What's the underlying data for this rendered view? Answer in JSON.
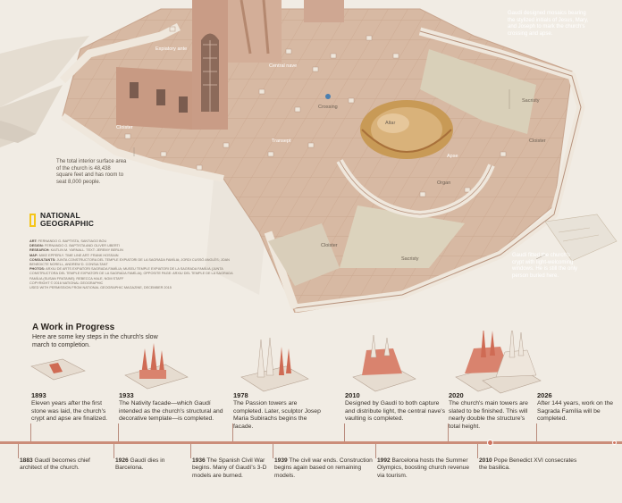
{
  "map_labels": {
    "expiatory": "Expiatory ante",
    "central_nave": "Central nave",
    "crossing": "Crossing",
    "transept": "Transept",
    "altar": "Altar",
    "apse": "Apse",
    "organ": "Organ",
    "sacristy_top": "Sacristy",
    "cloister_right": "Cloister",
    "cloister_left": "Cloister",
    "cloister_bottom": "Cloister",
    "sacristy_bottom": "Sacristy"
  },
  "notes": {
    "mosaics": "Gaudí designed mosaics bearing the stylized initials of Jesus, Mary, and Joseph to mark the church's crossing and apse.",
    "interior": "The total interior surface area of the church is 48,438 square feet and has room to seat 8,000 people.",
    "crypt": "Gaudí fitted the church's crypt with light-welcoming windows. He is still the only person buried here."
  },
  "brand": {
    "line1": "NATIONAL",
    "line2": "GEOGRAPHIC"
  },
  "credits": [
    {
      "k": "ART:",
      "v": "FERNANDO G. BAPTISTA, SANTIAGO BOU"
    },
    {
      "k": "DESIGN:",
      "v": "FERNANDO G. BAPTISTA AND OLIVER UBERTI"
    },
    {
      "k": "RESEARCH:",
      "v": "KAITLIN M. YARNALL. TEXT: JEREMY BERLIN"
    },
    {
      "k": "MAP:",
      "v": "MIKE EPPERLY. TIME LINE ART: FRANK HOSSAIN"
    },
    {
      "k": "CONSULTANTS:",
      "v": "JUNTA CONSTRUCTORA DEL TEMPLE EXPIATORI DE LA SAGRADA FAMÍLIA; JORDI CUSSÓ ANGLÈS; JOAN BENEDICTE NORELL, ANDREW D. CONSULTANT"
    },
    {
      "k": "PHOTOS:",
      "v": "ARXIU DE ARTS EXPIATORI SAGRADA FAMÍLIA; MUSEU TEMPLE EXPIATORI DE LA SAGRADA FAMÍLIA (JUNTA CONSTRUCTORA DEL TEMPLE EXPIATORI DE LA SAGRADA FAMÍLIA); OPPOSITE PAGE: ARXIU DEL TEMPLE DE LA SAGRADA FAMÍLIA (SUSAN FRATAINE); REBECCA HALE, NGM STAFF"
    },
    {
      "k": "",
      "v": "COPYRIGHT © 2016 NATIONAL GEOGRAPHIC"
    },
    {
      "k": "",
      "v": "USED WITH PERMISSION FROM NATIONAL GEOGRAPHIC MAGAZINE, DECEMBER 2015"
    }
  ],
  "timeline": {
    "title": "A Work in Progress",
    "subtitle": "Here are some key steps in the church's slow march to completion.",
    "top_events": [
      {
        "year": "1893",
        "text": "Eleven years after the first stone was laid, the church's crypt and apse are finalized."
      },
      {
        "year": "1933",
        "text": "The Nativity facade—which Gaudí intended as the church's structural and decorative template—is completed."
      },
      {
        "year": "1978",
        "text": "The Passion towers are completed. Later, sculptor Josep Maria Subirachs begins the facade."
      },
      {
        "year": "2010",
        "text": "Designed by Gaudí to both capture and distribute light, the central nave's vaulting is completed."
      },
      {
        "year": "2020",
        "text": "The church's main towers are slated to be finished. This will nearly double the structure's total height."
      },
      {
        "year": "2026",
        "text": "After 144 years, work on the Sagrada Família will be completed."
      }
    ],
    "bottom_events": [
      {
        "year": "1883",
        "text": "Gaudí becomes chief architect of the church."
      },
      {
        "year": "1926",
        "text": "Gaudí dies in Barcelona."
      },
      {
        "year": "1936",
        "text": "The Spanish Civil War begins. Many of Gaudí's 3-D models are burned."
      },
      {
        "year": "1939",
        "text": "The civil war ends. Construction begins again based on remaining models."
      },
      {
        "year": "1992",
        "text": "Barcelona hosts the Summer Olympics, boosting church revenue via tourism."
      },
      {
        "year": "2010",
        "text": "Pope Benedict XVI consecrates the basilica."
      }
    ]
  }
}
